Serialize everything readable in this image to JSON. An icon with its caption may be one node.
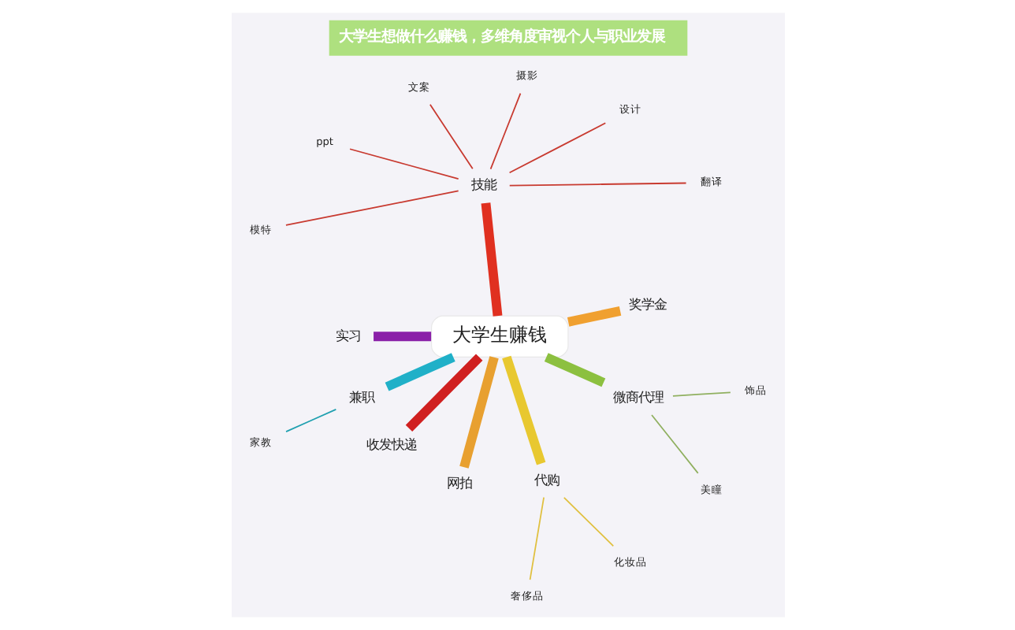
{
  "diagram": {
    "title": "大学生想做什么赚钱，多维角度审视个人与职业发展",
    "nodes": [
      {
        "text": [
          "大学生赚钱"
        ]
      },
      {
        "text": [
          "奖学金"
        ]
      },
      {
        "text": [
          "技能"
        ]
      },
      {
        "text": [
          "翻译"
        ]
      },
      {
        "text": [
          "设计"
        ]
      },
      {
        "text": [
          "摄影"
        ]
      },
      {
        "text": [
          "文案"
        ]
      },
      {
        "text": [
          "ppt"
        ]
      },
      {
        "text": [
          "模特"
        ]
      },
      {
        "text": [
          "实习"
        ]
      },
      {
        "text": [
          "兼职"
        ]
      },
      {
        "text": [
          "家教"
        ]
      },
      {
        "text": [
          "收发快递"
        ]
      },
      {
        "text": [
          "网拍"
        ]
      },
      {
        "text": [
          "代购"
        ]
      },
      {
        "text": [
          "奢侈品"
        ]
      },
      {
        "text": [
          "化妆品"
        ]
      },
      {
        "text": [
          "微商代理"
        ]
      },
      {
        "text": [
          "美瞳"
        ]
      },
      {
        "text": [
          "饰品"
        ]
      }
    ],
    "edges": [
      {
        "from": 0,
        "to": 1,
        "arrow": "none",
        "style": "thick",
        "color": "#f0a030"
      },
      {
        "from": 0,
        "to": 2,
        "arrow": "none",
        "style": "thick",
        "color": "#e03020"
      },
      {
        "from": 2,
        "to": 3,
        "arrow": "none",
        "color": "#c83a30"
      },
      {
        "from": 2,
        "to": 4,
        "arrow": "none",
        "color": "#c83a30"
      },
      {
        "from": 2,
        "to": 5,
        "arrow": "none",
        "color": "#c83a30"
      },
      {
        "from": 2,
        "to": 6,
        "arrow": "none",
        "color": "#c83a30"
      },
      {
        "from": 2,
        "to": 7,
        "arrow": "none",
        "color": "#c83a30"
      },
      {
        "from": 2,
        "to": 8,
        "arrow": "none",
        "color": "#c83a30"
      },
      {
        "from": 0,
        "to": 9,
        "arrow": "none",
        "style": "thick",
        "color": "#8a20a8"
      },
      {
        "from": 0,
        "to": 10,
        "arrow": "none",
        "style": "thick",
        "color": "#20b0c8"
      },
      {
        "from": 10,
        "to": 11,
        "arrow": "none",
        "color": "#20a0b0"
      },
      {
        "from": 0,
        "to": 12,
        "arrow": "none",
        "style": "thick",
        "color": "#d02020"
      },
      {
        "from": 0,
        "to": 13,
        "arrow": "none",
        "style": "thick",
        "color": "#e8a030"
      },
      {
        "from": 0,
        "to": 14,
        "arrow": "none",
        "style": "thick",
        "color": "#e8c830"
      },
      {
        "from": 14,
        "to": 15,
        "arrow": "none",
        "color": "#e0c040"
      },
      {
        "from": 14,
        "to": 16,
        "arrow": "none",
        "color": "#e0c040"
      },
      {
        "from": 0,
        "to": 17,
        "arrow": "none",
        "style": "thick",
        "color": "#8cc040"
      },
      {
        "from": 17,
        "to": 18,
        "arrow": "none",
        "color": "#90b060"
      },
      {
        "from": 17,
        "to": 19,
        "arrow": "none",
        "color": "#90b060"
      }
    ]
  }
}
